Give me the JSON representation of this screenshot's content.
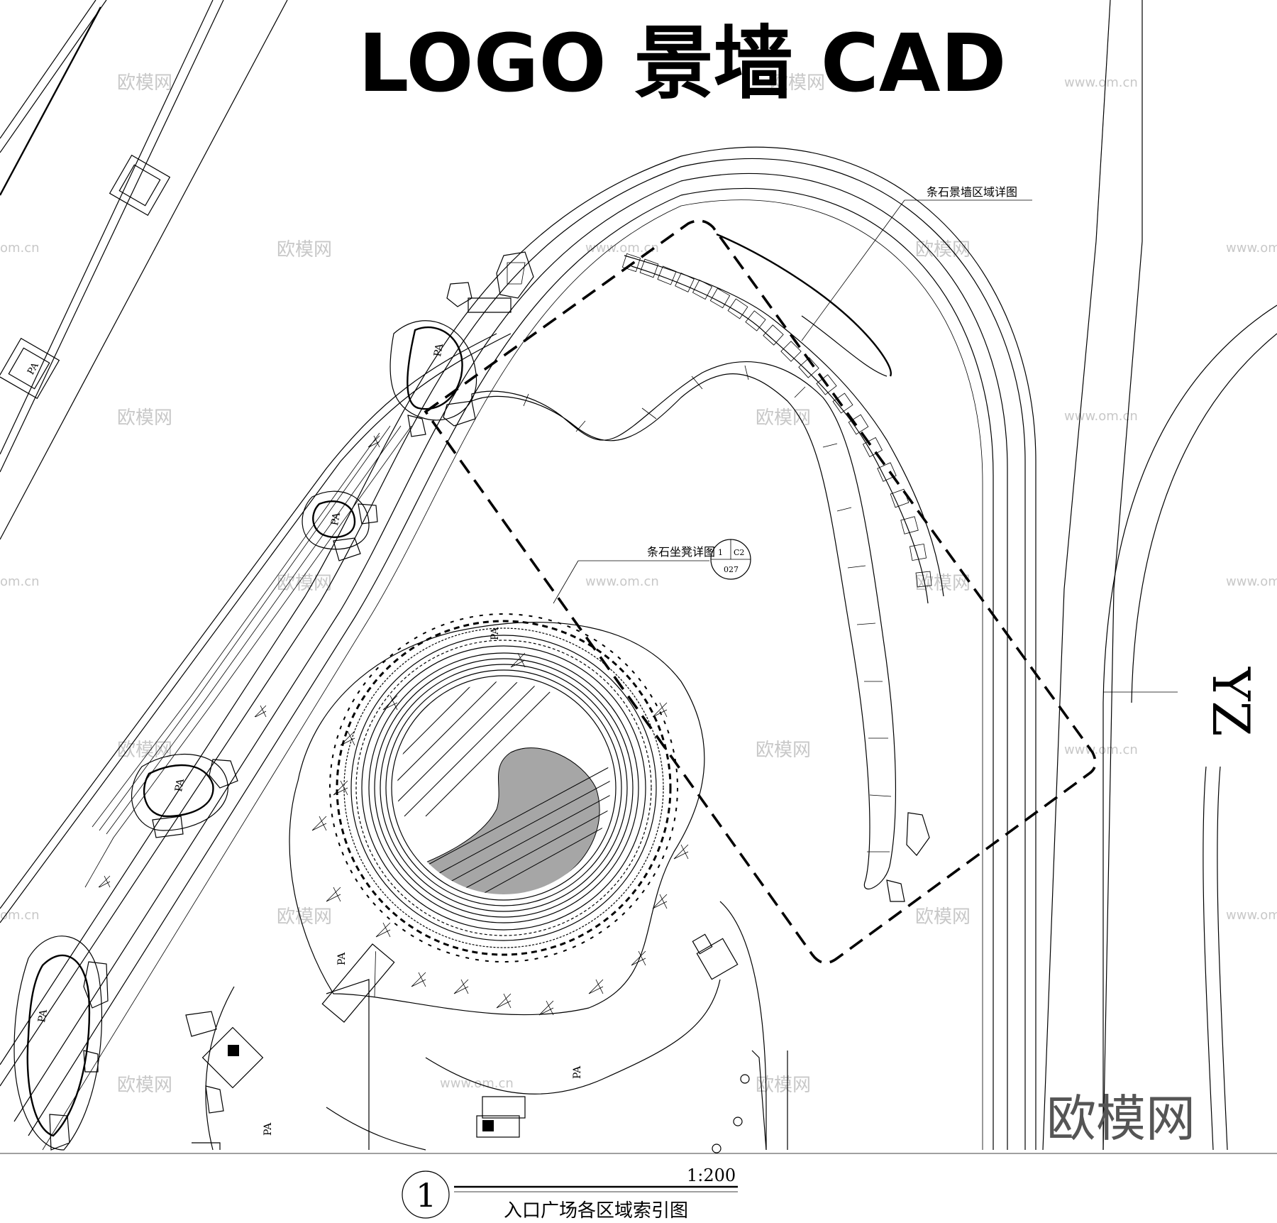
{
  "title": "LOGO 景墙 CAD",
  "callouts": {
    "wall_detail": "条石景墙区域详图",
    "bench_detail": "条石坐凳详图",
    "bench_index_num": "1",
    "bench_index_sheet": "C2",
    "bench_index_page": "027"
  },
  "road_label": "YZ",
  "planting_tag": "PA",
  "footer": {
    "number": "1",
    "scale": "1:200",
    "caption": "入口广场各区域索引图"
  },
  "watermark": {
    "brand": "欧模网",
    "url": "www.om.cn",
    "url_short": "om.cn"
  }
}
